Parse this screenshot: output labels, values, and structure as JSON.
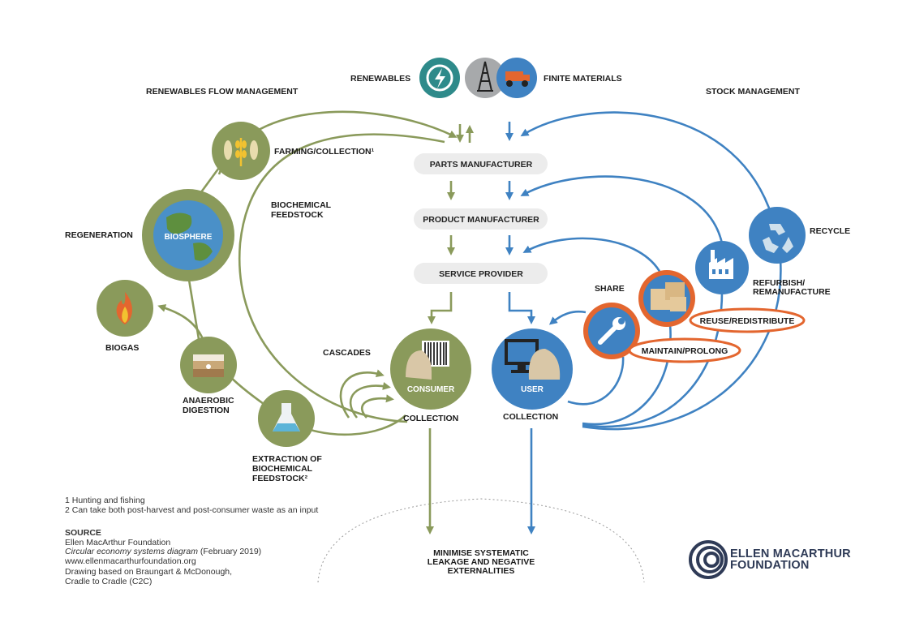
{
  "header": {
    "renewables": "RENEWABLES",
    "finite": "FINITE MATERIALS",
    "renewables_flow": "RENEWABLES FLOW MANAGEMENT",
    "stock_management": "STOCK MANAGEMENT"
  },
  "biological": {
    "farming": "FARMING/COLLECTION¹",
    "biochemical_feedstock_1": "BIOCHEMICAL",
    "biochemical_feedstock_2": "FEEDSTOCK",
    "regeneration": "REGENERATION",
    "biosphere": "BIOSPHERE",
    "biogas": "BIOGAS",
    "anaerobic_1": "ANAEROBIC",
    "anaerobic_2": "DIGESTION",
    "extraction_1": "EXTRACTION OF",
    "extraction_2": "BIOCHEMICAL",
    "extraction_3": "FEEDSTOCK²",
    "cascades": "CASCADES",
    "consumer": "CONSUMER",
    "collection": "COLLECTION"
  },
  "center": {
    "parts": "PARTS MANUFACTURER",
    "product": "PRODUCT MANUFACTURER",
    "service": "SERVICE PROVIDER",
    "leakage_1": "MINIMISE SYSTEMATIC",
    "leakage_2": "LEAKAGE AND NEGATIVE",
    "leakage_3": "EXTERNALITIES"
  },
  "technical": {
    "recycle": "RECYCLE",
    "refurbish_1": "REFURBISH/",
    "refurbish_2": "REMANUFACTURE",
    "share": "SHARE",
    "reuse": "REUSE/REDISTRIBUTE",
    "maintain": "MAINTAIN/PROLONG",
    "user": "USER",
    "collection": "COLLECTION"
  },
  "footer": {
    "note1": "1 Hunting and fishing",
    "note2": "2 Can take both post-harvest and post-consumer waste as an input",
    "source_title": "SOURCE",
    "source_org": "Ellen MacArthur Foundation",
    "source_doc": "Circular economy systems diagram",
    "source_date": "(February 2019)",
    "source_url": "www.ellenmacarthurfoundation.org",
    "drawing_1": "Drawing based on Braungart & McDonough,",
    "drawing_2": "Cradle to Cradle (C2C)"
  },
  "logo": {
    "line1": "ELLEN MACARTHUR",
    "line2": "FOUNDATION"
  },
  "colors": {
    "green": "#8a9a5b",
    "blue": "#3f82c2",
    "orange": "#e3662f",
    "box": "#ececec",
    "logo": "#2f3b57"
  },
  "icons": [
    "renewables-icon",
    "oil-rig-icon",
    "mining-truck-icon",
    "wheat-fish-icon",
    "globe-icon",
    "flame-icon",
    "soil-layers-icon",
    "flask-icon",
    "consumer-icon",
    "user-computer-icon",
    "recycle-icon",
    "factory-icon",
    "boxes-icon",
    "wrench-icon"
  ]
}
